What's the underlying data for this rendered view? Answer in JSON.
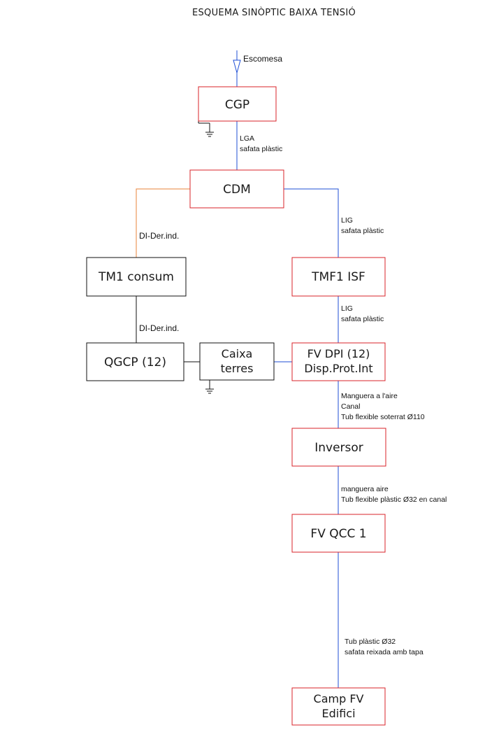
{
  "title": "ESQUEMA SINÒPTIC BAIXA TENSIÓ",
  "colors": {
    "red_box": "#d9232a",
    "black_box": "#111111",
    "blue_line": "#1f4fd6",
    "orange_line": "#e8833a"
  },
  "nodes": {
    "escomesa": "Escomesa",
    "cgp": "CGP",
    "cdm": "CDM",
    "tm1": "TM1 consum",
    "tmf1": "TMF1 ISF",
    "qgcp": "QGCP (12)",
    "caixa_line1": "Caixa",
    "caixa_line2": "terres",
    "fvdpi_line1": "FV DPI (12)",
    "fvdpi_line2": "Disp.Prot.Int",
    "inversor": "Inversor",
    "fvqcc": "FV QCC 1",
    "camp_line1": "Camp FV",
    "camp_line2": "Edifici"
  },
  "links": {
    "cgp_cdm": [
      "LGA",
      "safata plàstic"
    ],
    "cdm_tmf1": [
      "LIG",
      "safata plàstic"
    ],
    "cdm_tm1": "DI-Der.ind.",
    "tm1_qgcp": "DI-Der.ind.",
    "tmf1_fvdpi": [
      "LIG",
      "safata plàstic"
    ],
    "fvdpi_inversor": [
      "Manguera a l'aire",
      "Canal",
      "Tub flexible soterrat  Ø110"
    ],
    "inversor_fvqcc": [
      "manguera aire",
      "Tub flexible plàstic Ø32 en canal"
    ],
    "fvqcc_camp": [
      "Tub plàstic  Ø32",
      "safata reixada amb tapa"
    ]
  }
}
